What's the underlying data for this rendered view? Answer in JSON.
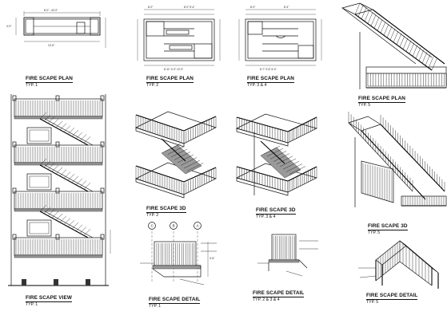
{
  "sheet": {
    "panels": [
      {
        "id": "plan-1",
        "title": "FIRE SCAPE PLAN",
        "sub": "TYP. 1"
      },
      {
        "id": "plan-2",
        "title": "FIRE SCAPE PLAN",
        "sub": "TYP. 2"
      },
      {
        "id": "plan-34",
        "title": "FIRE SCAPE PLAN",
        "sub": "TYP. 3 & 4"
      },
      {
        "id": "plan-5",
        "title": "FIRE SCAPE PLAN",
        "sub": "TYP. 5"
      },
      {
        "id": "view-1",
        "title": "FIRE SCAPE VIEW",
        "sub": "TYP. 1"
      },
      {
        "id": "iso-2",
        "title": "FIRE SCAPE 3D",
        "sub": "TYP. 2"
      },
      {
        "id": "iso-34",
        "title": "FIRE SCAPE 3D",
        "sub": "TYP. 3 & 4"
      },
      {
        "id": "iso-5",
        "title": "FIRE SCAPE 3D",
        "sub": "TYP. 5"
      },
      {
        "id": "detail-1",
        "title": "FIRE SCAPE DETAIL",
        "sub": "TYP. 1"
      },
      {
        "id": "detail-234",
        "title": "FIRE SCAPE DETAIL",
        "sub": "TYP. 2 & 3 & 4"
      },
      {
        "id": "detail-5",
        "title": "FIRE SCAPE DETAIL",
        "sub": "TYP. 5"
      }
    ],
    "grid_bubbles": [
      "C",
      "B",
      "A"
    ],
    "colors": {
      "ink": "#111111",
      "paper": "#ffffff",
      "hatch": "#9a9a9a"
    }
  }
}
